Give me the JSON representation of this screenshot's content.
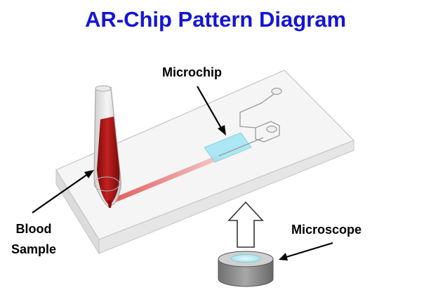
{
  "diagram": {
    "title": "AR-Chip Pattern Diagram",
    "labels": {
      "microchip": "Microchip",
      "blood_line1": "Blood",
      "blood_line2": "Sample",
      "microscope": "Microscope"
    },
    "colors": {
      "title": "#1515d6",
      "blood": "#b01818",
      "channel": "#e8a0a0",
      "detection_zone": "#9fe4f2",
      "lens": "#b9eef5",
      "microscope_body": "#8a8a8a",
      "chip_edge": "#c4c4c4"
    }
  }
}
